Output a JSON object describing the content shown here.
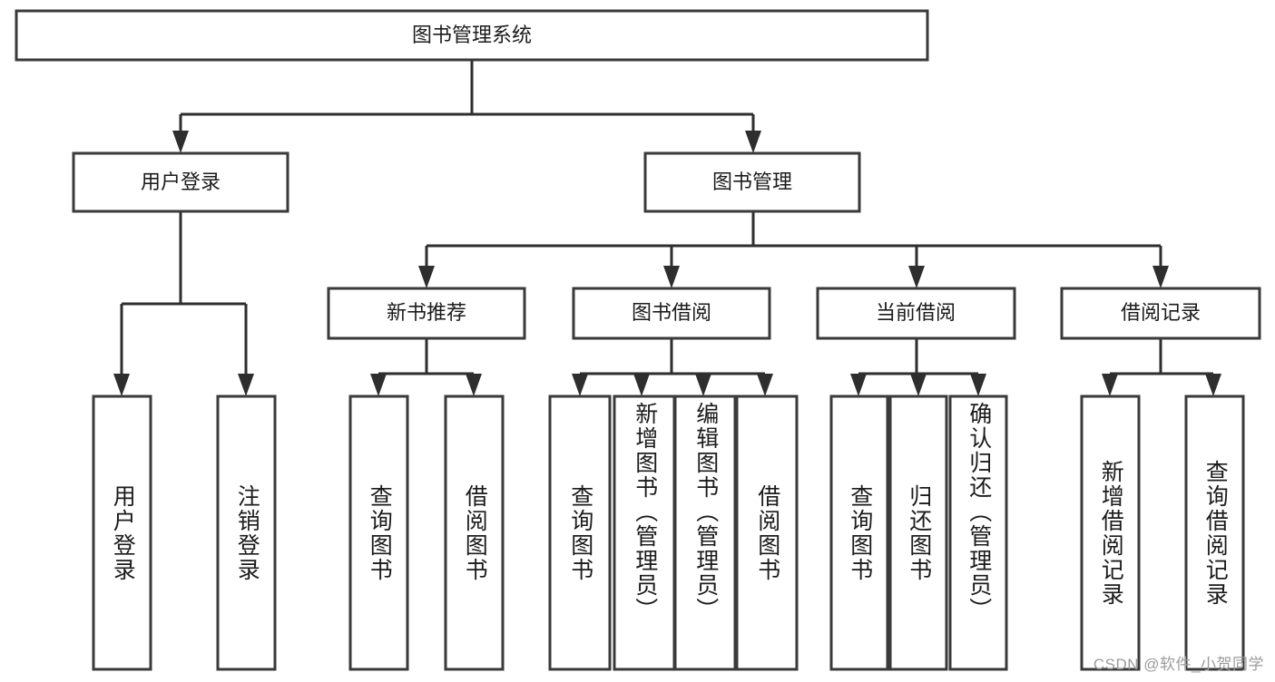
{
  "diagram": {
    "type": "tree",
    "title": "图书管理系统",
    "orientation": "top-down",
    "colors": {
      "box_stroke": "#3a3a3a",
      "box_fill": "#ffffff",
      "connector": "#2e2e2e",
      "text": "#1b1b1b",
      "watermark": "#9b9b9b"
    },
    "root": {
      "label": "图书管理系统"
    },
    "level2": [
      {
        "label": "用户登录"
      },
      {
        "label": "图书管理"
      }
    ],
    "level3": [
      {
        "label": "新书推荐"
      },
      {
        "label": "图书借阅"
      },
      {
        "label": "当前借阅"
      },
      {
        "label": "借阅记录"
      }
    ],
    "leaves": {
      "user_login": [
        {
          "label": "用户登录"
        },
        {
          "label": "注销登录"
        }
      ],
      "new_book_recommend": [
        {
          "label": "查询图书"
        },
        {
          "label": "借阅图书"
        }
      ],
      "book_borrow": [
        {
          "label": "查询图书"
        },
        {
          "label": "新增图书（管理员）"
        },
        {
          "label": "编辑图书（管理员）"
        },
        {
          "label": "借阅图书"
        }
      ],
      "current_borrow": [
        {
          "label": "查询图书"
        },
        {
          "label": "归还图书"
        },
        {
          "label": "确认归还（管理员）"
        }
      ],
      "borrow_record": [
        {
          "label": "新增借阅记录"
        },
        {
          "label": "查询借阅记录"
        }
      ]
    }
  },
  "watermark": {
    "text": "CSDN @软件_小贺同学"
  }
}
